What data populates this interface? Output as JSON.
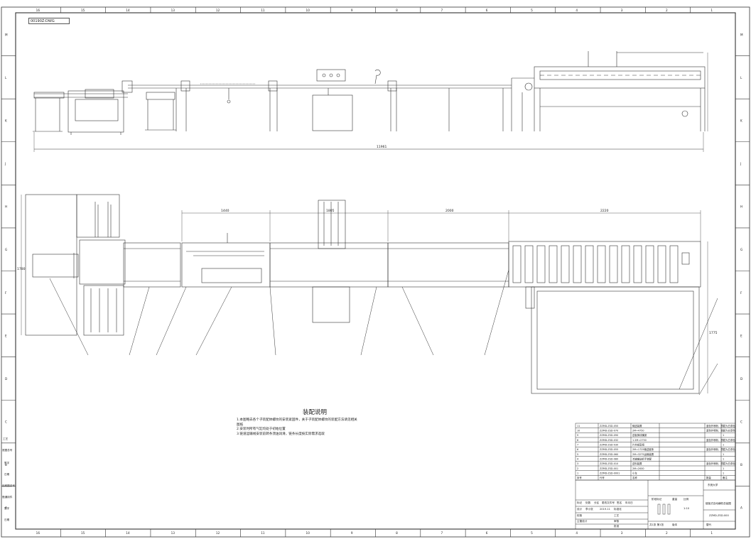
{
  "drawing": {
    "ref_code": "00190Z-DWG",
    "notes_title": "装配说明",
    "notes": [
      "1.本图略去各个子装配体螺纹的安装紧固件，关于子装配体螺纹的装配方法请见相关",
      "图纸",
      "2.安装时所有气缸均处于初始位置",
      "3.链道运输线安装前转条须油润滑，链条长度按实际需求选取"
    ],
    "dimensions": {
      "overall_length": "11961",
      "seg1": "1440",
      "seg2": "1805",
      "seg3": "2000",
      "seg4": "2220",
      "height": "1780",
      "right_width": "1775"
    }
  },
  "border": {
    "top_numbers": [
      "16",
      "15",
      "14",
      "13",
      "12",
      "11",
      "10",
      "9",
      "8",
      "7",
      "6",
      "5",
      "4",
      "3",
      "2",
      "1"
    ],
    "side_letters": [
      "M",
      "L",
      "K",
      "J",
      "H",
      "G",
      "F",
      "E",
      "D",
      "C",
      "B",
      "A"
    ],
    "left_strip": [
      "工艺",
      "底图总号",
      "签字",
      "日期",
      "旧底图总号",
      "借通用件",
      "签字",
      "日期"
    ]
  },
  "bom": {
    "rows": [
      [
        "11",
        "ZZMD-ZSD-050",
        "输送装置",
        "",
        "蓝色外喷粉，表层为白漆色",
        "1"
      ],
      [
        "10",
        "ZZMD-ZSD-070",
        "2M=4750",
        "",
        "蓝色外喷粉，表层为白漆色",
        "1"
      ],
      [
        "9",
        "ZZMD-ZSD-090",
        "送板换线横梁",
        "",
        "",
        "1"
      ],
      [
        "8",
        "ZZMD-ZSD-032",
        "1.2M=2750",
        "",
        "蓝色外喷粉，表层为白漆色",
        "1"
      ],
      [
        "7",
        "ZZMD-ZSD-030",
        "片材成型组",
        "",
        "",
        "1"
      ],
      [
        "6",
        "ZZMD-ZSD-055",
        "2M=1725输送链条",
        "",
        "蓝色外喷粉，表层为白漆色",
        "1"
      ],
      [
        "5",
        "ZZMD-ZSD-060",
        "2M=3275运输装置",
        "",
        "",
        "1"
      ],
      [
        "4",
        "ZZMD-ZSD-080",
        "流道输送抓手装配",
        "",
        "",
        "1"
      ],
      [
        "3",
        "ZZMD-ZSD-010",
        "送料装置",
        "",
        "蓝色外喷粉，表层为白漆色",
        "1"
      ],
      [
        "2",
        "ZZMD-ZSD-001",
        "2M=2000",
        "",
        "",
        "1"
      ],
      [
        "1",
        "ZZMD-ZSD-0001",
        "小车",
        "",
        "",
        "1"
      ]
    ],
    "header": [
      "序号",
      "代号",
      "名称",
      "",
      "数量",
      "备注"
    ]
  },
  "title_block": {
    "company": "东莞大学",
    "title": "链板式自动横机总装图",
    "drawing_no": "ZZMD-ZSD-000",
    "scale": "1:10",
    "labels": {
      "mark": "标记",
      "count": "处数",
      "zone": "分区",
      "doc": "更改文件号",
      "sign": "签名",
      "date": "年月日",
      "design": "设计",
      "designer": "李小张",
      "design_date": "2019.11",
      "std": "标准化",
      "check": "校核",
      "craft": "工艺",
      "master": "主管设计",
      "review": "审核",
      "approve": "批准",
      "stage": "阶段标记",
      "weight": "重量",
      "scale_label": "比例",
      "sheets": "共1张 第1张",
      "version": "版本",
      "replace": "替代"
    }
  }
}
